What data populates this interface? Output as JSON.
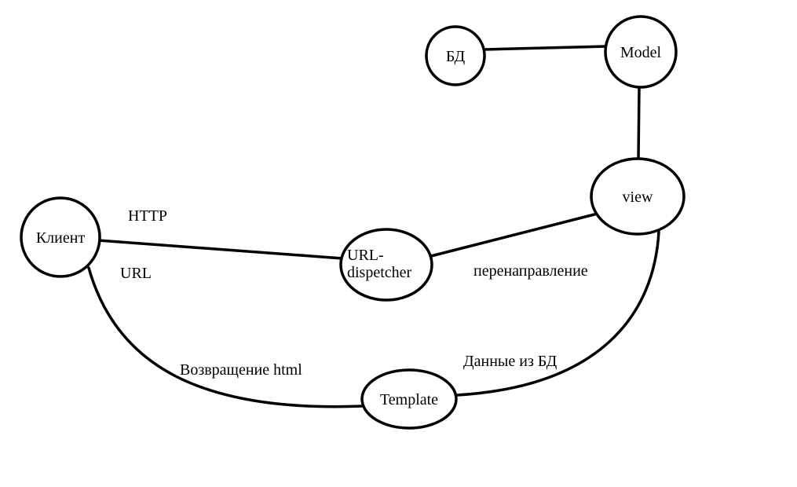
{
  "diagram": {
    "nodes": {
      "db": "БД",
      "model": "Model",
      "view": "view",
      "client": "Клиент",
      "dispatcher_line1": "URL-",
      "dispatcher_line2": "dispetcher",
      "template": "Template"
    },
    "labels": {
      "http": "HTTP",
      "url": "URL",
      "redirect": "перенаправление",
      "return_html": "Возвращение html",
      "db_data": "Данные из БД"
    },
    "colors": {
      "stroke": "#000000",
      "background": "#ffffff"
    }
  }
}
